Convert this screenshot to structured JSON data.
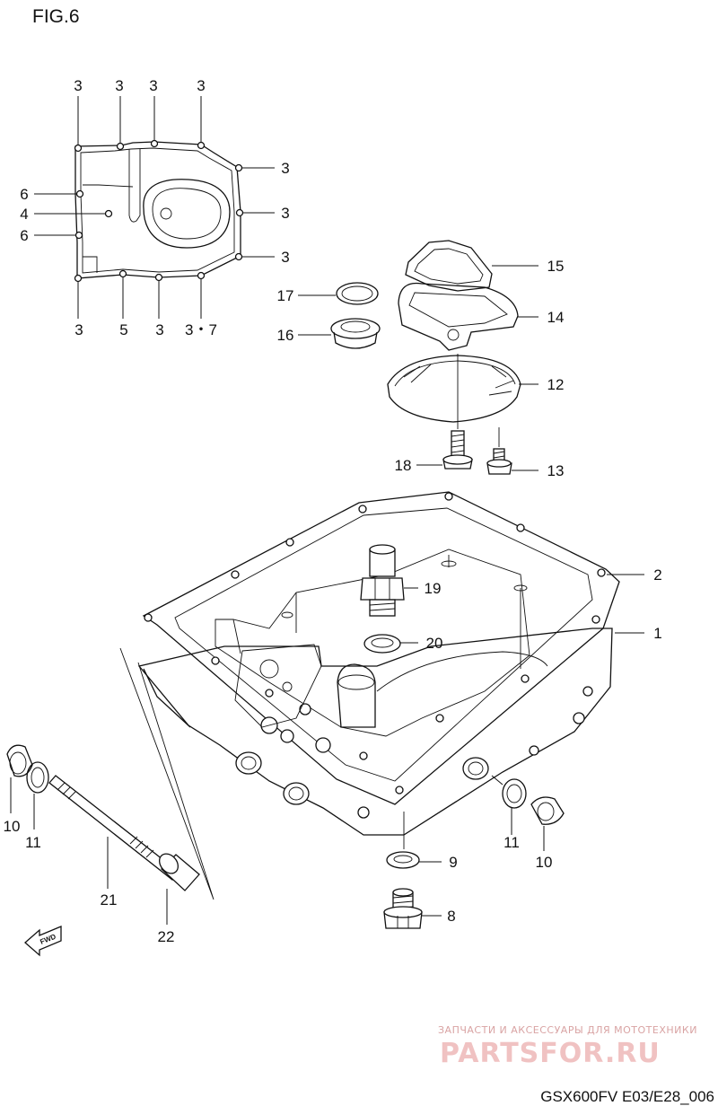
{
  "figure": {
    "title": "FIG.6"
  },
  "callouts": [
    {
      "id": "c-3a",
      "label": "3"
    },
    {
      "id": "c-3b",
      "label": "3"
    },
    {
      "id": "c-3c",
      "label": "3"
    },
    {
      "id": "c-3d",
      "label": "3"
    },
    {
      "id": "c-3e",
      "label": "3"
    },
    {
      "id": "c-3f",
      "label": "3"
    },
    {
      "id": "c-3g",
      "label": "3"
    },
    {
      "id": "c-6a",
      "label": "6"
    },
    {
      "id": "c-4",
      "label": "4"
    },
    {
      "id": "c-6b",
      "label": "6"
    },
    {
      "id": "c-3h",
      "label": "3"
    },
    {
      "id": "c-5",
      "label": "5"
    },
    {
      "id": "c-3i",
      "label": "3"
    },
    {
      "id": "c-37",
      "label": "3・7"
    },
    {
      "id": "c-17",
      "label": "17"
    },
    {
      "id": "c-16",
      "label": "16"
    },
    {
      "id": "c-15",
      "label": "15"
    },
    {
      "id": "c-14",
      "label": "14"
    },
    {
      "id": "c-12",
      "label": "12"
    },
    {
      "id": "c-18",
      "label": "18"
    },
    {
      "id": "c-13",
      "label": "13"
    },
    {
      "id": "c-2",
      "label": "2"
    },
    {
      "id": "c-19",
      "label": "19"
    },
    {
      "id": "c-1",
      "label": "1"
    },
    {
      "id": "c-20",
      "label": "20"
    },
    {
      "id": "c-10a",
      "label": "10"
    },
    {
      "id": "c-11a",
      "label": "11"
    },
    {
      "id": "c-21",
      "label": "21"
    },
    {
      "id": "c-22",
      "label": "22"
    },
    {
      "id": "c-11b",
      "label": "11"
    },
    {
      "id": "c-10b",
      "label": "10"
    },
    {
      "id": "c-9",
      "label": "9"
    },
    {
      "id": "c-8",
      "label": "8"
    }
  ],
  "fwd_badge": {
    "label": "FWD"
  },
  "watermark": {
    "tagline": "ЗАПЧАСТИ И АКСЕССУАРЫ ДЛЯ МОТОТЕХНИКИ",
    "logo": "PARTSFOR.RU",
    "color": "#e8a0a0"
  },
  "footer": {
    "code": "GSX600FV E03/E28_006"
  }
}
